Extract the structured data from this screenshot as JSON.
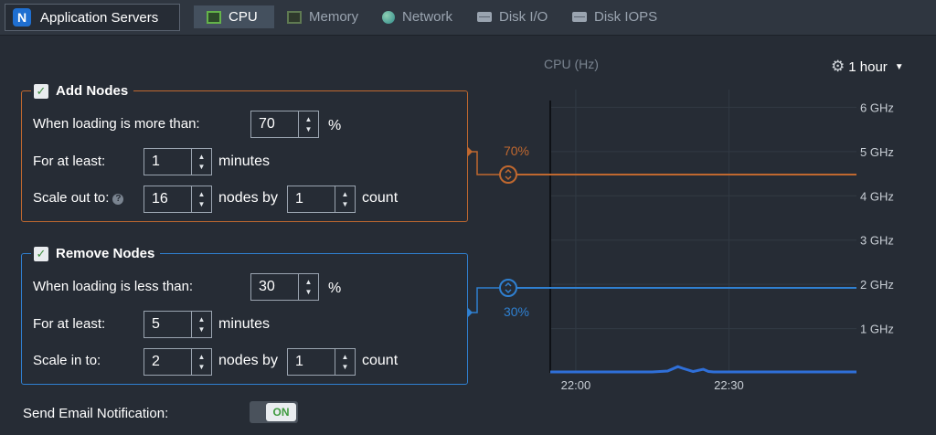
{
  "topbar": {
    "node_group": "Application Servers",
    "tabs": [
      {
        "label": "CPU",
        "icon": "cpu-chip-icon",
        "active": true
      },
      {
        "label": "Memory",
        "icon": "memory-chip-icon",
        "active": false
      },
      {
        "label": "Network",
        "icon": "globe-icon",
        "active": false
      },
      {
        "label": "Disk I/O",
        "icon": "disk-icon",
        "active": false
      },
      {
        "label": "Disk IOPS",
        "icon": "disk-icon",
        "active": false
      }
    ]
  },
  "add_nodes": {
    "title": "Add Nodes",
    "checked": true,
    "load_label": "When loading is more than:",
    "load_value": "70",
    "load_unit": "%",
    "duration_label": "For at least:",
    "duration_value": "1",
    "duration_unit": "minutes",
    "scale_label": "Scale out to:",
    "scale_value": "16",
    "scale_mid": "nodes by",
    "step_value": "1",
    "step_unit": "count",
    "color": "#c0682f"
  },
  "remove_nodes": {
    "title": "Remove Nodes",
    "checked": true,
    "load_label": "When loading is less than:",
    "load_value": "30",
    "load_unit": "%",
    "duration_label": "For at least:",
    "duration_value": "5",
    "duration_unit": "minutes",
    "scale_label": "Scale in to:",
    "scale_value": "2",
    "scale_mid": "nodes by",
    "step_value": "1",
    "step_unit": "count",
    "color": "#2f80d1"
  },
  "notification": {
    "label": "Send Email Notification:",
    "toggle": "ON"
  },
  "chart": {
    "title": "CPU (Hz)",
    "period": "1 hour"
  },
  "chart_data": {
    "type": "line",
    "title": "CPU (Hz)",
    "y_tick_labels": [
      "1 GHz",
      "2 GHz",
      "3 GHz",
      "4 GHz",
      "5 GHz",
      "6 GHz"
    ],
    "y_ticks": [
      1,
      2,
      3,
      4,
      5,
      6
    ],
    "ylim": [
      0,
      6.4
    ],
    "x_tick_labels": [
      "22:00",
      "22:30"
    ],
    "x_ticks": [
      5,
      35
    ],
    "xlim": [
      0,
      60
    ],
    "thresholds": [
      {
        "label": "70%",
        "value": 4.48,
        "color": "#c0682f"
      },
      {
        "label": "30%",
        "value": 1.92,
        "color": "#2f80d1"
      }
    ],
    "series": [
      {
        "color": "#2f6fd8",
        "x": [
          0,
          20,
          23,
          25,
          26,
          28,
          30,
          31,
          32,
          60
        ],
        "y": [
          0,
          0,
          0.02,
          0.12,
          0.08,
          0.01,
          0.06,
          0.01,
          0,
          0
        ]
      }
    ]
  }
}
